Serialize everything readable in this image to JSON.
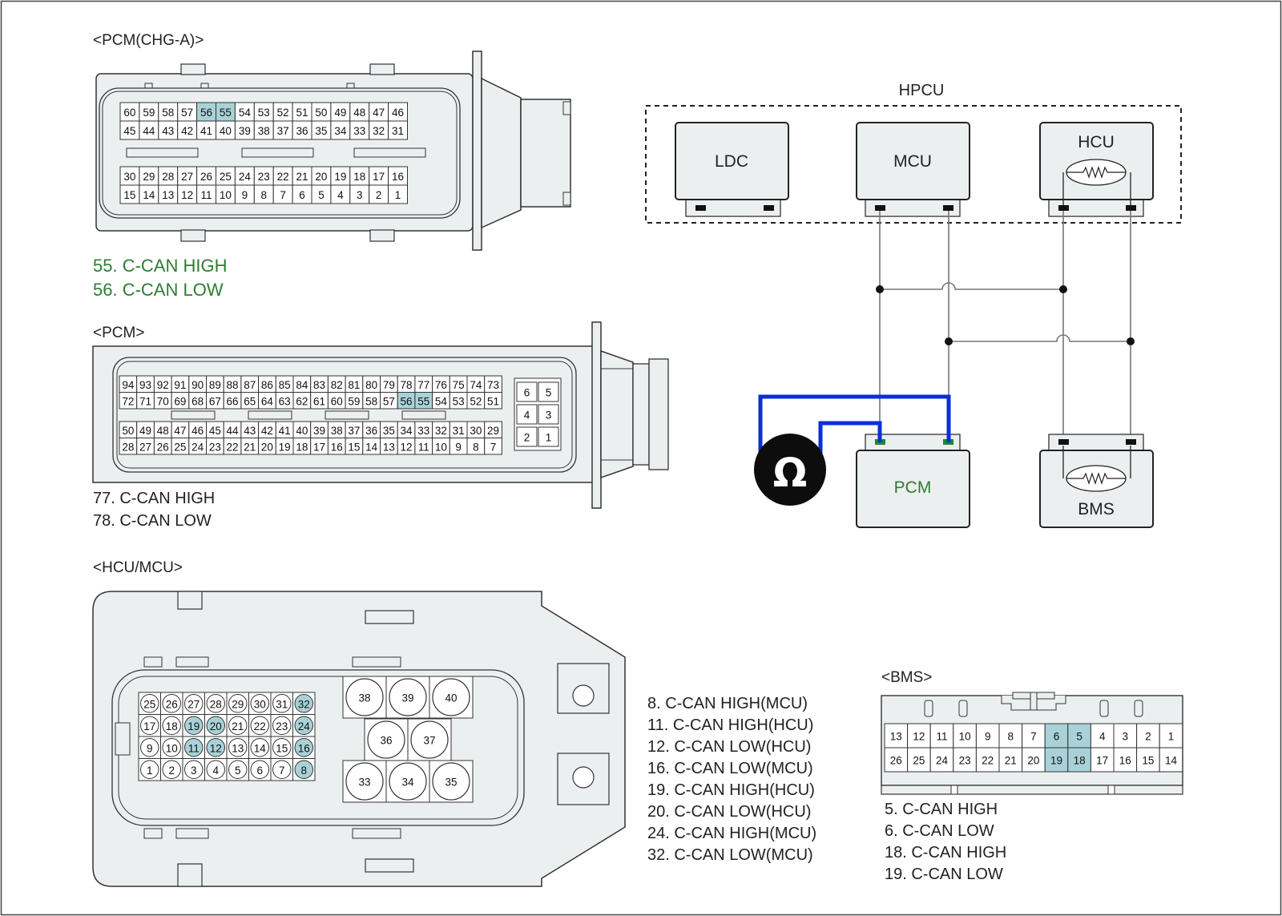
{
  "colors": {
    "housing": "#eceff0",
    "housing_stroke": "#333333",
    "highlight": "#a9d2d8",
    "wire": "#777777",
    "meter_lead": "#0b2fd6",
    "pcm_text": "#2e7d32",
    "pin_green": "#1f8a2a",
    "label_green": "#2e7d32"
  },
  "pcm_chg_a": {
    "title": "<PCM(CHG-A)>",
    "rows": [
      [
        "60",
        "59",
        "58",
        "57",
        "56",
        "55",
        "54",
        "53",
        "52",
        "51",
        "50",
        "49",
        "48",
        "47",
        "46"
      ],
      [
        "45",
        "44",
        "43",
        "42",
        "41",
        "40",
        "39",
        "38",
        "37",
        "36",
        "35",
        "34",
        "33",
        "32",
        "31"
      ],
      [
        "30",
        "29",
        "28",
        "27",
        "26",
        "25",
        "24",
        "23",
        "22",
        "21",
        "20",
        "19",
        "18",
        "17",
        "16"
      ],
      [
        "15",
        "14",
        "13",
        "12",
        "11",
        "10",
        "9",
        "8",
        "7",
        "6",
        "5",
        "4",
        "3",
        "2",
        "1"
      ]
    ],
    "highlighted": [
      "56",
      "55"
    ],
    "notes": [
      "55. C-CAN HIGH",
      "56. C-CAN LOW"
    ]
  },
  "pcm": {
    "title": "<PCM>",
    "rows": [
      [
        "94",
        "93",
        "92",
        "91",
        "90",
        "89",
        "88",
        "87",
        "86",
        "85",
        "84",
        "83",
        "82",
        "81",
        "80",
        "79",
        "78",
        "77",
        "76",
        "75",
        "74",
        "73"
      ],
      [
        "72",
        "71",
        "70",
        "69",
        "68",
        "67",
        "66",
        "65",
        "64",
        "63",
        "62",
        "61",
        "60",
        "59",
        "58",
        "57",
        "56",
        "55",
        "54",
        "53",
        "52",
        "51"
      ],
      [
        "50",
        "49",
        "48",
        "47",
        "46",
        "45",
        "44",
        "43",
        "42",
        "41",
        "40",
        "39",
        "38",
        "37",
        "36",
        "35",
        "34",
        "33",
        "32",
        "31",
        "30",
        "29"
      ],
      [
        "28",
        "27",
        "26",
        "25",
        "24",
        "23",
        "22",
        "21",
        "20",
        "19",
        "18",
        "17",
        "16",
        "15",
        "14",
        "13",
        "12",
        "11",
        "10",
        "9",
        "8",
        "7"
      ]
    ],
    "side_rows": [
      [
        "6",
        "5"
      ],
      [
        "4",
        "3"
      ],
      [
        "2",
        "1"
      ]
    ],
    "highlighted": [
      "56",
      "55"
    ],
    "notes": [
      "77. C-CAN HIGH",
      "78. C-CAN LOW"
    ]
  },
  "hcu_mcu": {
    "title": "<HCU/MCU>",
    "rows": [
      [
        "25",
        "26",
        "27",
        "28",
        "29",
        "30",
        "31",
        "32"
      ],
      [
        "17",
        "18",
        "19",
        "20",
        "21",
        "22",
        "23",
        "24"
      ],
      [
        "9",
        "10",
        "11",
        "12",
        "13",
        "14",
        "15",
        "16"
      ],
      [
        "1",
        "2",
        "3",
        "4",
        "5",
        "6",
        "7",
        "8"
      ]
    ],
    "highlighted": [
      "32",
      "24",
      "16",
      "8",
      "19",
      "20",
      "11",
      "12"
    ],
    "big_pins": [
      [
        "38",
        "39",
        "40"
      ],
      [
        "36",
        "37"
      ],
      [
        "33",
        "34",
        "35"
      ]
    ],
    "notes": [
      "8. C-CAN HIGH(MCU)",
      "11. C-CAN HIGH(HCU)",
      "12. C-CAN LOW(HCU)",
      "16. C-CAN LOW(MCU)",
      "19. C-CAN HIGH(HCU)",
      "20. C-CAN LOW(HCU)",
      "24. C-CAN HIGH(MCU)",
      "32. C-CAN LOW(MCU)"
    ]
  },
  "bms": {
    "title": "<BMS>",
    "rows": [
      [
        "13",
        "12",
        "11",
        "10",
        "9",
        "8",
        "7",
        "6",
        "5",
        "4",
        "3",
        "2",
        "1"
      ],
      [
        "26",
        "25",
        "24",
        "23",
        "22",
        "21",
        "20",
        "19",
        "18",
        "17",
        "16",
        "15",
        "14"
      ]
    ],
    "highlighted": [
      "6",
      "5",
      "19",
      "18"
    ],
    "notes": [
      "5. C-CAN HIGH",
      "6. C-CAN LOW",
      "18. C-CAN HIGH",
      "19. C-CAN LOW"
    ]
  },
  "schematic": {
    "hpcu_label": "HPCU",
    "ldc_label": "LDC",
    "mcu_label": "MCU",
    "hcu_label": "HCU",
    "pcm_label": "PCM",
    "bms_label": "BMS",
    "meter_symbol": "Ω",
    "meter_icon": "ohmmeter-icon",
    "resistor_icon": "terminating-resistor-icon"
  }
}
